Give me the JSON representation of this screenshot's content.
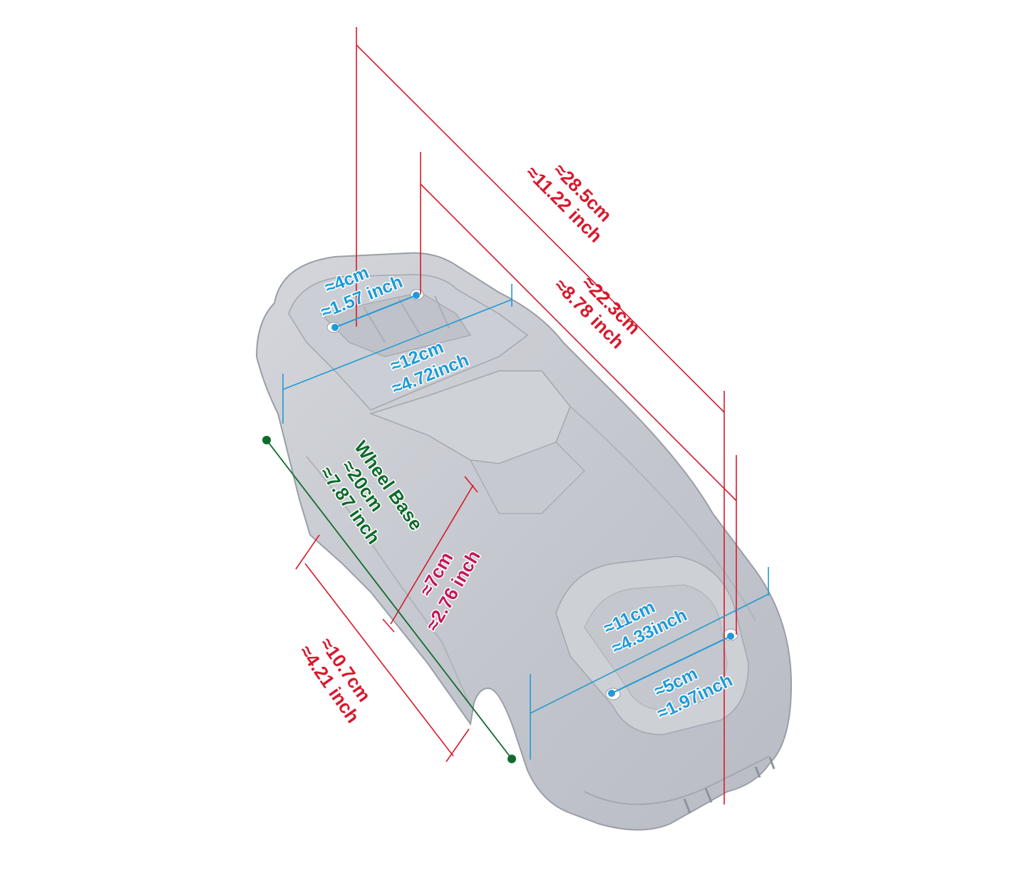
{
  "colors": {
    "red": "#d8192c",
    "blue": "#1f9ad6",
    "green": "#0f6b2c",
    "maroon": "#c2185b",
    "body_fill": "#c4c7ce",
    "body_shade": "#a9adb6",
    "body_highlight": "#dadce1"
  },
  "dimensions": {
    "overall_length": {
      "line1": "≈28.5cm",
      "line2": "≈11.22 inch"
    },
    "body_length": {
      "line1": "≈22.3cm",
      "line2": "≈8.78 inch"
    },
    "rear_post_spacing": {
      "line1": "≈4cm",
      "line2": "≈1.57 inch"
    },
    "rear_width": {
      "line1": "≈12cm",
      "line2": "≈4.72inch"
    },
    "front_width": {
      "line1": "≈11cm",
      "line2": "≈4.33inch"
    },
    "front_post_spacing": {
      "line1": "≈5cm",
      "line2": "≈1.97inch"
    },
    "wheel_arch": {
      "line1": "≈7cm",
      "line2": "≈2.76 inch"
    },
    "side_opening": {
      "line1": "≈10.7cm",
      "line2": "≈4.21 inch"
    },
    "wheel_base": {
      "line1": "Wheel Base",
      "line2": "≈20cm",
      "line3": "≈7.87 inch"
    }
  }
}
